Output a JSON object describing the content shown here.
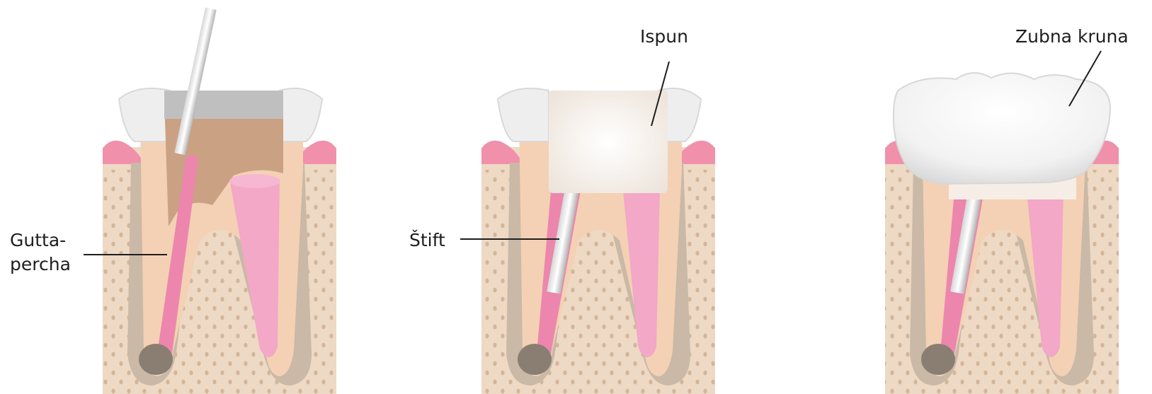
{
  "labels": {
    "gutta_line1": "Gutta-",
    "gutta_line2": "percha",
    "stift": "Štift",
    "ispun": "Ispun",
    "kruna": "Zubna kruna"
  },
  "colors": {
    "bone": "#eed9c4",
    "bone_dots": "#d3b59a",
    "ligament": "#c9b9a6",
    "gum": "#f090ab",
    "dentin": "#f4d1b4",
    "dentin_dark": "#e2b48f",
    "enamel": "#eeeeee",
    "pulp": "#f2a8c6",
    "gutta_percha": "#ec86ad",
    "root_tip_gray": "#8a7e72",
    "cavity": "#caa183",
    "instrument": "#c4c4c4",
    "filling": "#f6eee6",
    "crown": "#f6f6f6"
  }
}
